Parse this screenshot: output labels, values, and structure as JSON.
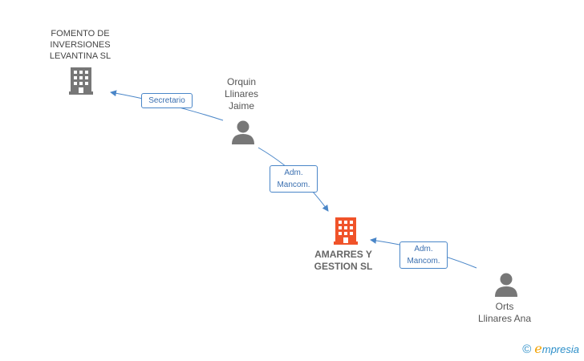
{
  "colors": {
    "company": "#777777",
    "company_main": "#f0532a",
    "person": "#777777",
    "edge": "#4a86c8"
  },
  "nodes": {
    "fomento": {
      "line1": "FOMENTO DE",
      "line2": "INVERSIONES",
      "line3": "LEVANTINA SL",
      "icon": "building-icon"
    },
    "orquin": {
      "line1": "Orquin",
      "line2": "Llinares",
      "line3": "Jaime",
      "icon": "person-icon"
    },
    "amarres": {
      "line1": "AMARRES Y",
      "line2": "GESTION SL",
      "icon": "building-icon"
    },
    "orts": {
      "line1": "Orts",
      "line2": "Llinares Ana",
      "icon": "person-icon"
    }
  },
  "edges": {
    "secretario": {
      "label": "Secretario"
    },
    "orquin_amarres": {
      "line1": "Adm.",
      "line2": "Mancom."
    },
    "orts_amarres": {
      "line1": "Adm.",
      "line2": "Mancom."
    }
  },
  "footer": {
    "copyright_symbol": "©",
    "brand_first": "e",
    "brand_rest": "mpresia"
  }
}
